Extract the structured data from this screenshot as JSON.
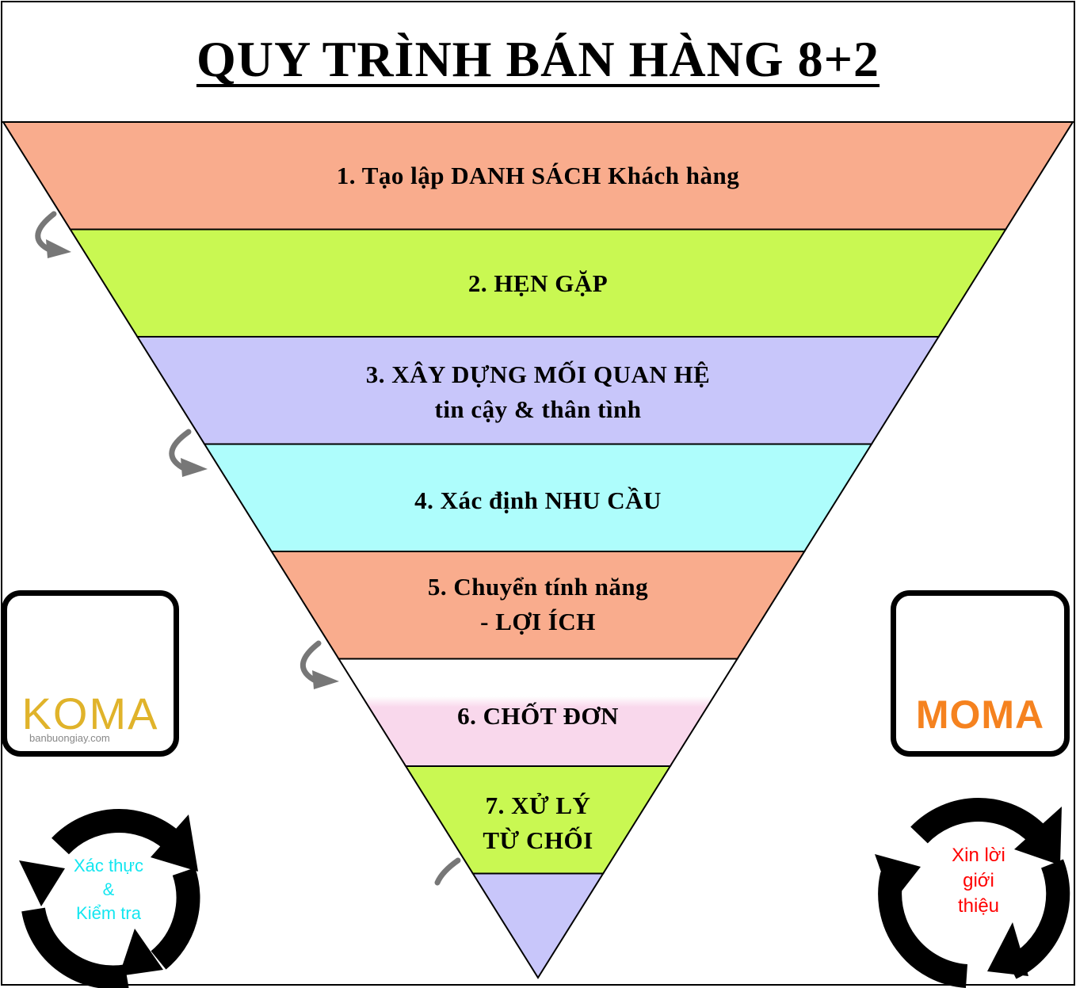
{
  "title": "QUY TRÌNH BÁN HÀNG 8+2",
  "steps": [
    {
      "line1": "1. Tạo lập DANH SÁCH Khách hàng",
      "line2": "",
      "color": "#f9ac8d"
    },
    {
      "line1": "2. HẸN GẶP",
      "line2": "",
      "color": "#c9f852"
    },
    {
      "line1": "3. XÂY DỰNG MỐI QUAN HỆ",
      "line2": "tin cậy & thân tình",
      "color": "#c8c6fa"
    },
    {
      "line1": "4. Xác định NHU CẦU",
      "line2": "",
      "color": "#aefdfc"
    },
    {
      "line1": "5. Chuyển tính năng",
      "line2": "- LỢI ÍCH",
      "color": "#f9ac8d"
    },
    {
      "line1": "6. CHỐT ĐƠN",
      "line2": "",
      "color": "#f9d8ec"
    },
    {
      "line1": "7. XỬ LÝ",
      "line2": "TỪ CHỐI",
      "color": "#c9f852"
    },
    {
      "line1": "",
      "line2": "",
      "color": "#c8c6fa"
    }
  ],
  "logos": {
    "left": {
      "name": "KOMA",
      "sub": "banbuongiay.com",
      "color": "#e0b32a"
    },
    "right": {
      "name": "MOMA",
      "color": "#f5821f",
      "accent": "#1f2ec8"
    }
  },
  "cycles": {
    "left": {
      "line1": "Xác thực",
      "line2": "&",
      "line3": "Kiểm tra",
      "color": "#14e6f0"
    },
    "right": {
      "line1": "Xin lời",
      "line2": "giới",
      "line3": "thiệu",
      "color": "#ff0000"
    }
  },
  "icons": {
    "curved_arrow": "curved-arrow-icon",
    "cycle": "cycle-arrows-icon"
  }
}
